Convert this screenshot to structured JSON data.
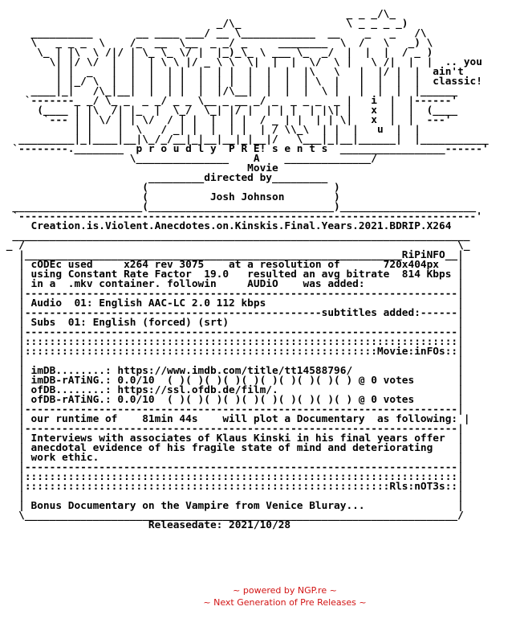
{
  "nfo": {
    "lines": [
      "",
      "                                                        _ _ _/\\_",
      "                                   _/\\_                 \\ _ _ _ _)",
      "     __________       __ ____ ___/ __ \\____________  __    _   _   /\\",
      "     \\   _ _ _  \\    /_  __  \\__  _ _/ _     ________  \\  /   \\   _) \\",
      "      \\_ | |\\  \\ /|/ | \\_ \\_ \\/ |  |_)_\\_ \\ ___ \\_  _/  |  |  |  / _ )",
      "        \\| |/ \\/  |  |  | \\ \\ |/ _ \\ \\  \\|  |  |  \\/  \\ |   \\ /|  |  |  .. you",
      "         | |  _   |  |  |  | |  |  | |  |  |  |  |\\   \\   |  |/ |  |  ain't",
      "         | |_/ \\  |  |  |  | |  |  | |  |  |  |  | \\  |   |  |  |  |  classic!",
      "     ____|_|   /\\_|__|  |  | |  |  |/\\__|  |  |  |  \\ |   |  |  |  |______",
      "    `-------_ _/ \\_ _  _ _/ _ _ \\__ _ __ _/ _  _ _ _  _ |   i  |  |------'",
      "      (____ | |\\  /| |_  |  \\_/  \\_| |/ |  | | |  | |\\| |   x  |  |  (____",
      "       `--- | | \\/ | | \\/  / | |  |  | |  / _ | |  | | \\|   x  |  |  ---'",
      "            | |    |  \\   / _| |  |  | |  | / \\\\_\\  | |  |   u  |  |",
      "   _________|_|____|__|\\_/_/__|_|__|__|_|__|/   \\___|_|__|______|  |___________",
      "  `--------.________  p r o u d l y  P R E! s e n t s  _________________------'",
      "                     \\_______________    A    ______________/",
      "                                        Movie",
      "                        _________directed by_________",
      "                       (                              )",
      "                       (          Josh Johnson        )",
      "  _____________________(______________________________)______________________",
      "  `--------------------------------------------------------------------------'",
      "     Creation.is.Violent.Anecdotes.on.Kinskis.Final.Years.2021.BDRIP.X264",
      "  __________________________________________________________________________",
      " _ /                                                                      \\_",
      "   |_____________________________________________________________RiPiNFO__|",
      "   | cODEc used     x264 rev 3075    at a resolution of       720x404px   |",
      "   | using Constant Rate Factor  19.0   resulted an avg bitrate  814 Kbps |",
      "   | in a  .mkv container. followin     AUDiO    was added:               |",
      "   |----------------------------------------------------------------------|",
      "   | Audio  01: English AAC-LC 2.0 112 kbps                               |",
      "   |------------------------------------------------subtitles added:------|",
      "   | Subs  01: English (forced) (srt)                                     |",
      "   |----------------------------------------------------------------------|",
      "   |::::::::::::::::::::::::::::::::::::::::::::::::::::::::::::::::::::::|",
      "   |:::::::::::::::::::::::::::::::::::::::::::::::::::::::::Movie:inFOs::|",
      "   |                                                                      |",
      "   | imDB........: https://www.imdb.com/title/tt14588796/                 |",
      "   | imDB-rATiNG.: 0.0/10  ( )( )( )( )( )( )( )( )( )( ) @ 0 votes       |",
      "   | ofDB........: https://ssl.ofdb.de/film/.                             |",
      "   | ofDB-rATiNG.: 0.0/10  ( )( )( )( )( )( )( )( )( )( ) @ 0 votes       |",
      "   |----------------------------------------------------------------------|",
      "   | our runtime of    81min 44s    will plot a Documentary  as following: |",
      "   |----------------------------------------------------------------------|",
      "   | Interviews with associates of Klaus Kinski in his final years offer  |",
      "   | anecdotal evidence of his fragile state of mind and deteriorating    |",
      "   | work ethic.                                                          |",
      "   |----------------------------------------------------------------------|",
      "   |::::::::::::::::::::::::::::::::::::::::::::::::::::::::::::::::::::::|",
      "   |:::::::::::::::::::::::::::::::::::::::::::::::::::::::::::Rls:nOT3s::|",
      "   |                                                                      |",
      "   | Bonus Documentary on the Vampire from Venice Bluray...               |",
      "   \\______________________________________________________________________/",
      "                        Releasedate: 2021/10/28"
    ]
  },
  "footer": {
    "line1": "~ powered by NGP.re ~",
    "line2": "~ Next Generation of Pre Releases ~"
  }
}
